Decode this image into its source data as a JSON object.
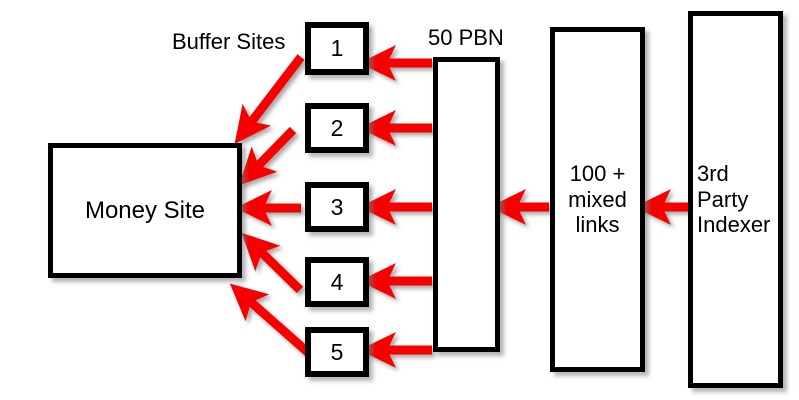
{
  "diagram": {
    "title_caption_buffer": "Buffer Sites",
    "title_caption_pbn": "50 PBN",
    "colors": {
      "arrow": "#f60000",
      "box_border": "#000000",
      "background": "#ffffff",
      "text": "#000000"
    },
    "nodes": {
      "money_site": {
        "label": "Money Site"
      },
      "buffer_sites": [
        {
          "label": "1"
        },
        {
          "label": "2"
        },
        {
          "label": "3"
        },
        {
          "label": "4"
        },
        {
          "label": "5"
        }
      ],
      "pbn_column": {
        "label": ""
      },
      "mixed_links": {
        "label": "100 +\nmixed\nlinks"
      },
      "third_party_indexer": {
        "label": "3rd\nParty\nIndexer"
      }
    },
    "arrows": [
      {
        "name": "buffer1-to-money",
        "kind": "diagonal"
      },
      {
        "name": "buffer2-to-money",
        "kind": "diagonal"
      },
      {
        "name": "buffer3-to-money",
        "kind": "horizontal"
      },
      {
        "name": "buffer4-to-money",
        "kind": "diagonal"
      },
      {
        "name": "buffer5-to-money",
        "kind": "diagonal"
      },
      {
        "name": "pbn-to-buffer1",
        "kind": "horizontal"
      },
      {
        "name": "pbn-to-buffer2",
        "kind": "horizontal"
      },
      {
        "name": "pbn-to-buffer3",
        "kind": "horizontal"
      },
      {
        "name": "pbn-to-buffer4",
        "kind": "horizontal"
      },
      {
        "name": "pbn-to-buffer5",
        "kind": "horizontal"
      },
      {
        "name": "mixedlinks-to-pbn",
        "kind": "horizontal"
      },
      {
        "name": "indexer-to-mixedlinks",
        "kind": "horizontal"
      }
    ]
  }
}
